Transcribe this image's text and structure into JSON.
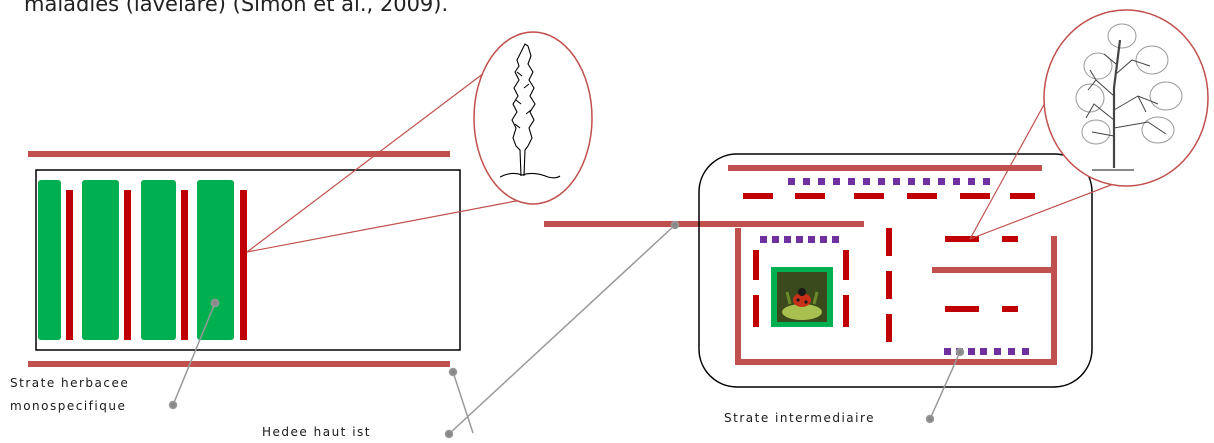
{
  "texts": {
    "top_caption": "maladies (laveläre) (Simon et al., 2009).",
    "label_strate_herbacee_line1": "Strate herbacee",
    "label_strate_herbacee_line2": "monospecifique",
    "label_haie_haute": "Hedee    haut ist",
    "label_strate_intermediaire": "Strate intermediaire"
  },
  "colors": {
    "hedge_red": "#c0504d",
    "dark_red": "#c00000",
    "field_green": "#00b050",
    "purple": "#7030a0",
    "outline_black": "#000000",
    "leader_gray": "#999999",
    "photo_frame_green": "#00b050"
  },
  "icons": {
    "small_tree": "poplar-tree-icon",
    "large_tree": "willow-tree-icon",
    "insect_photo": "ladybird-photo-icon"
  }
}
